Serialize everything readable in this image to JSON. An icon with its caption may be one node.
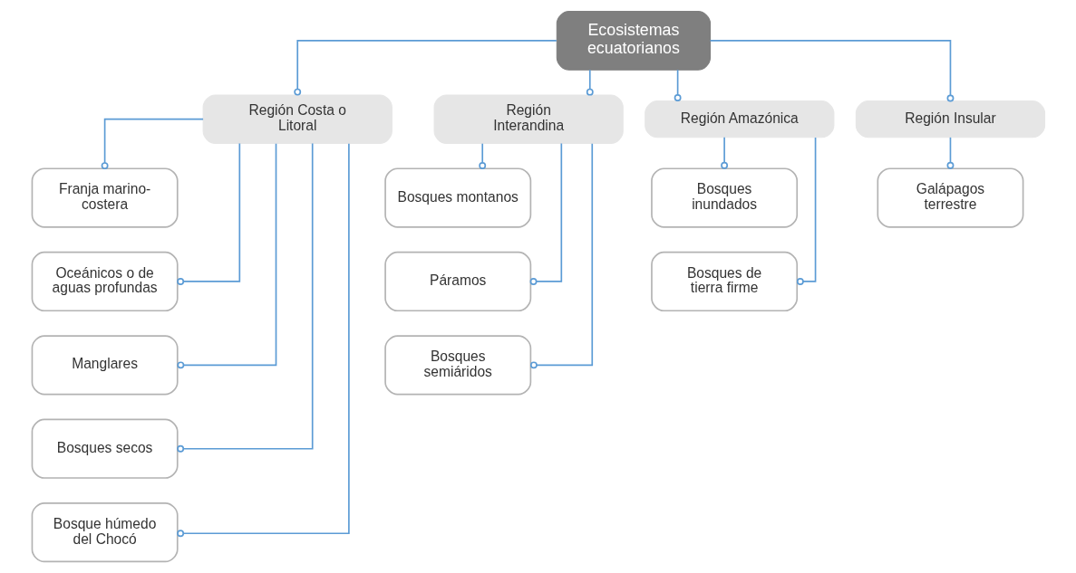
{
  "diagram": {
    "nodes": [
      {
        "text": [
          "Ecosistemas ecuatorianos"
        ]
      },
      {
        "text": [
          "Región Costa o Litoral"
        ]
      },
      {
        "text": [
          "Región Interandina"
        ]
      },
      {
        "text": [
          "Región Amazónica"
        ]
      },
      {
        "text": [
          "Región Insular"
        ]
      },
      {
        "text": [
          "Franja marino- costera"
        ]
      },
      {
        "text": [
          "Oceánicos o de aguas profundas"
        ]
      },
      {
        "text": [
          "Manglares"
        ]
      },
      {
        "text": [
          "Bosques secos"
        ]
      },
      {
        "text": [
          "Bosque húmedo del Chocó"
        ]
      },
      {
        "text": [
          "Bosques montanos"
        ]
      },
      {
        "text": [
          "Páramos"
        ]
      },
      {
        "text": [
          "Bosques semiáridos"
        ]
      },
      {
        "text": [
          "Bosques inundados"
        ]
      },
      {
        "text": [
          "Bosques de tierra firme"
        ]
      },
      {
        "text": [
          "Galápagos terrestre"
        ]
      }
    ],
    "edges": [
      {
        "from": 0,
        "to": 1,
        "arrow": "other"
      },
      {
        "from": 0,
        "to": 2,
        "arrow": "other"
      },
      {
        "from": 0,
        "to": 3,
        "arrow": "other"
      },
      {
        "from": 0,
        "to": 4,
        "arrow": "other"
      },
      {
        "from": 1,
        "to": 5,
        "arrow": "other"
      },
      {
        "from": 1,
        "to": 6,
        "arrow": "other"
      },
      {
        "from": 1,
        "to": 7,
        "arrow": "other"
      },
      {
        "from": 1,
        "to": 8,
        "arrow": "other"
      },
      {
        "from": 1,
        "to": 9,
        "arrow": "other"
      },
      {
        "from": 2,
        "to": 10,
        "arrow": "other"
      },
      {
        "from": 2,
        "to": 11,
        "arrow": "other"
      },
      {
        "from": 2,
        "to": 12,
        "arrow": "other"
      },
      {
        "from": 3,
        "to": 13,
        "arrow": "other"
      },
      {
        "from": 3,
        "to": 14,
        "arrow": "other"
      },
      {
        "from": 4,
        "to": 15,
        "arrow": "other"
      }
    ]
  }
}
